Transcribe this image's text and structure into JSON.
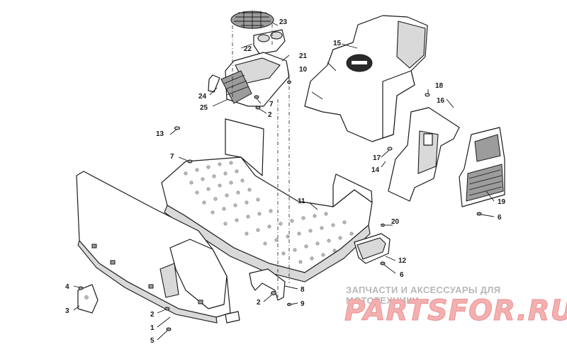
{
  "callouts": [
    {
      "id": "c1",
      "label": "1"
    },
    {
      "id": "c2a",
      "label": "2"
    },
    {
      "id": "c2b",
      "label": "2"
    },
    {
      "id": "c2c",
      "label": "2"
    },
    {
      "id": "c3",
      "label": "3"
    },
    {
      "id": "c4",
      "label": "4"
    },
    {
      "id": "c5",
      "label": "5"
    },
    {
      "id": "c6a",
      "label": "6"
    },
    {
      "id": "c6b",
      "label": "6"
    },
    {
      "id": "c7a",
      "label": "7"
    },
    {
      "id": "c7b",
      "label": "7"
    },
    {
      "id": "c8",
      "label": "8"
    },
    {
      "id": "c9",
      "label": "9"
    },
    {
      "id": "c10",
      "label": "10"
    },
    {
      "id": "c11",
      "label": "11"
    },
    {
      "id": "c12",
      "label": "12"
    },
    {
      "id": "c13",
      "label": "13"
    },
    {
      "id": "c14",
      "label": "14"
    },
    {
      "id": "c15",
      "label": "15"
    },
    {
      "id": "c16",
      "label": "16"
    },
    {
      "id": "c17",
      "label": "17"
    },
    {
      "id": "c18",
      "label": "18"
    },
    {
      "id": "c19",
      "label": "19"
    },
    {
      "id": "c20",
      "label": "20"
    },
    {
      "id": "c21",
      "label": "21"
    },
    {
      "id": "c22",
      "label": "22"
    },
    {
      "id": "c23",
      "label": "23"
    },
    {
      "id": "c24",
      "label": "24"
    },
    {
      "id": "c25",
      "label": "25"
    }
  ],
  "watermark": {
    "tagline": "ЗАПЧАСТИ И АКСЕССУАРЫ ДЛЯ МОТОТЕХНИКИ",
    "logo": "PARTSFOR.RU",
    "colors": {
      "tagline": "#b8b8b8",
      "logo": "#f3b0b0"
    }
  }
}
